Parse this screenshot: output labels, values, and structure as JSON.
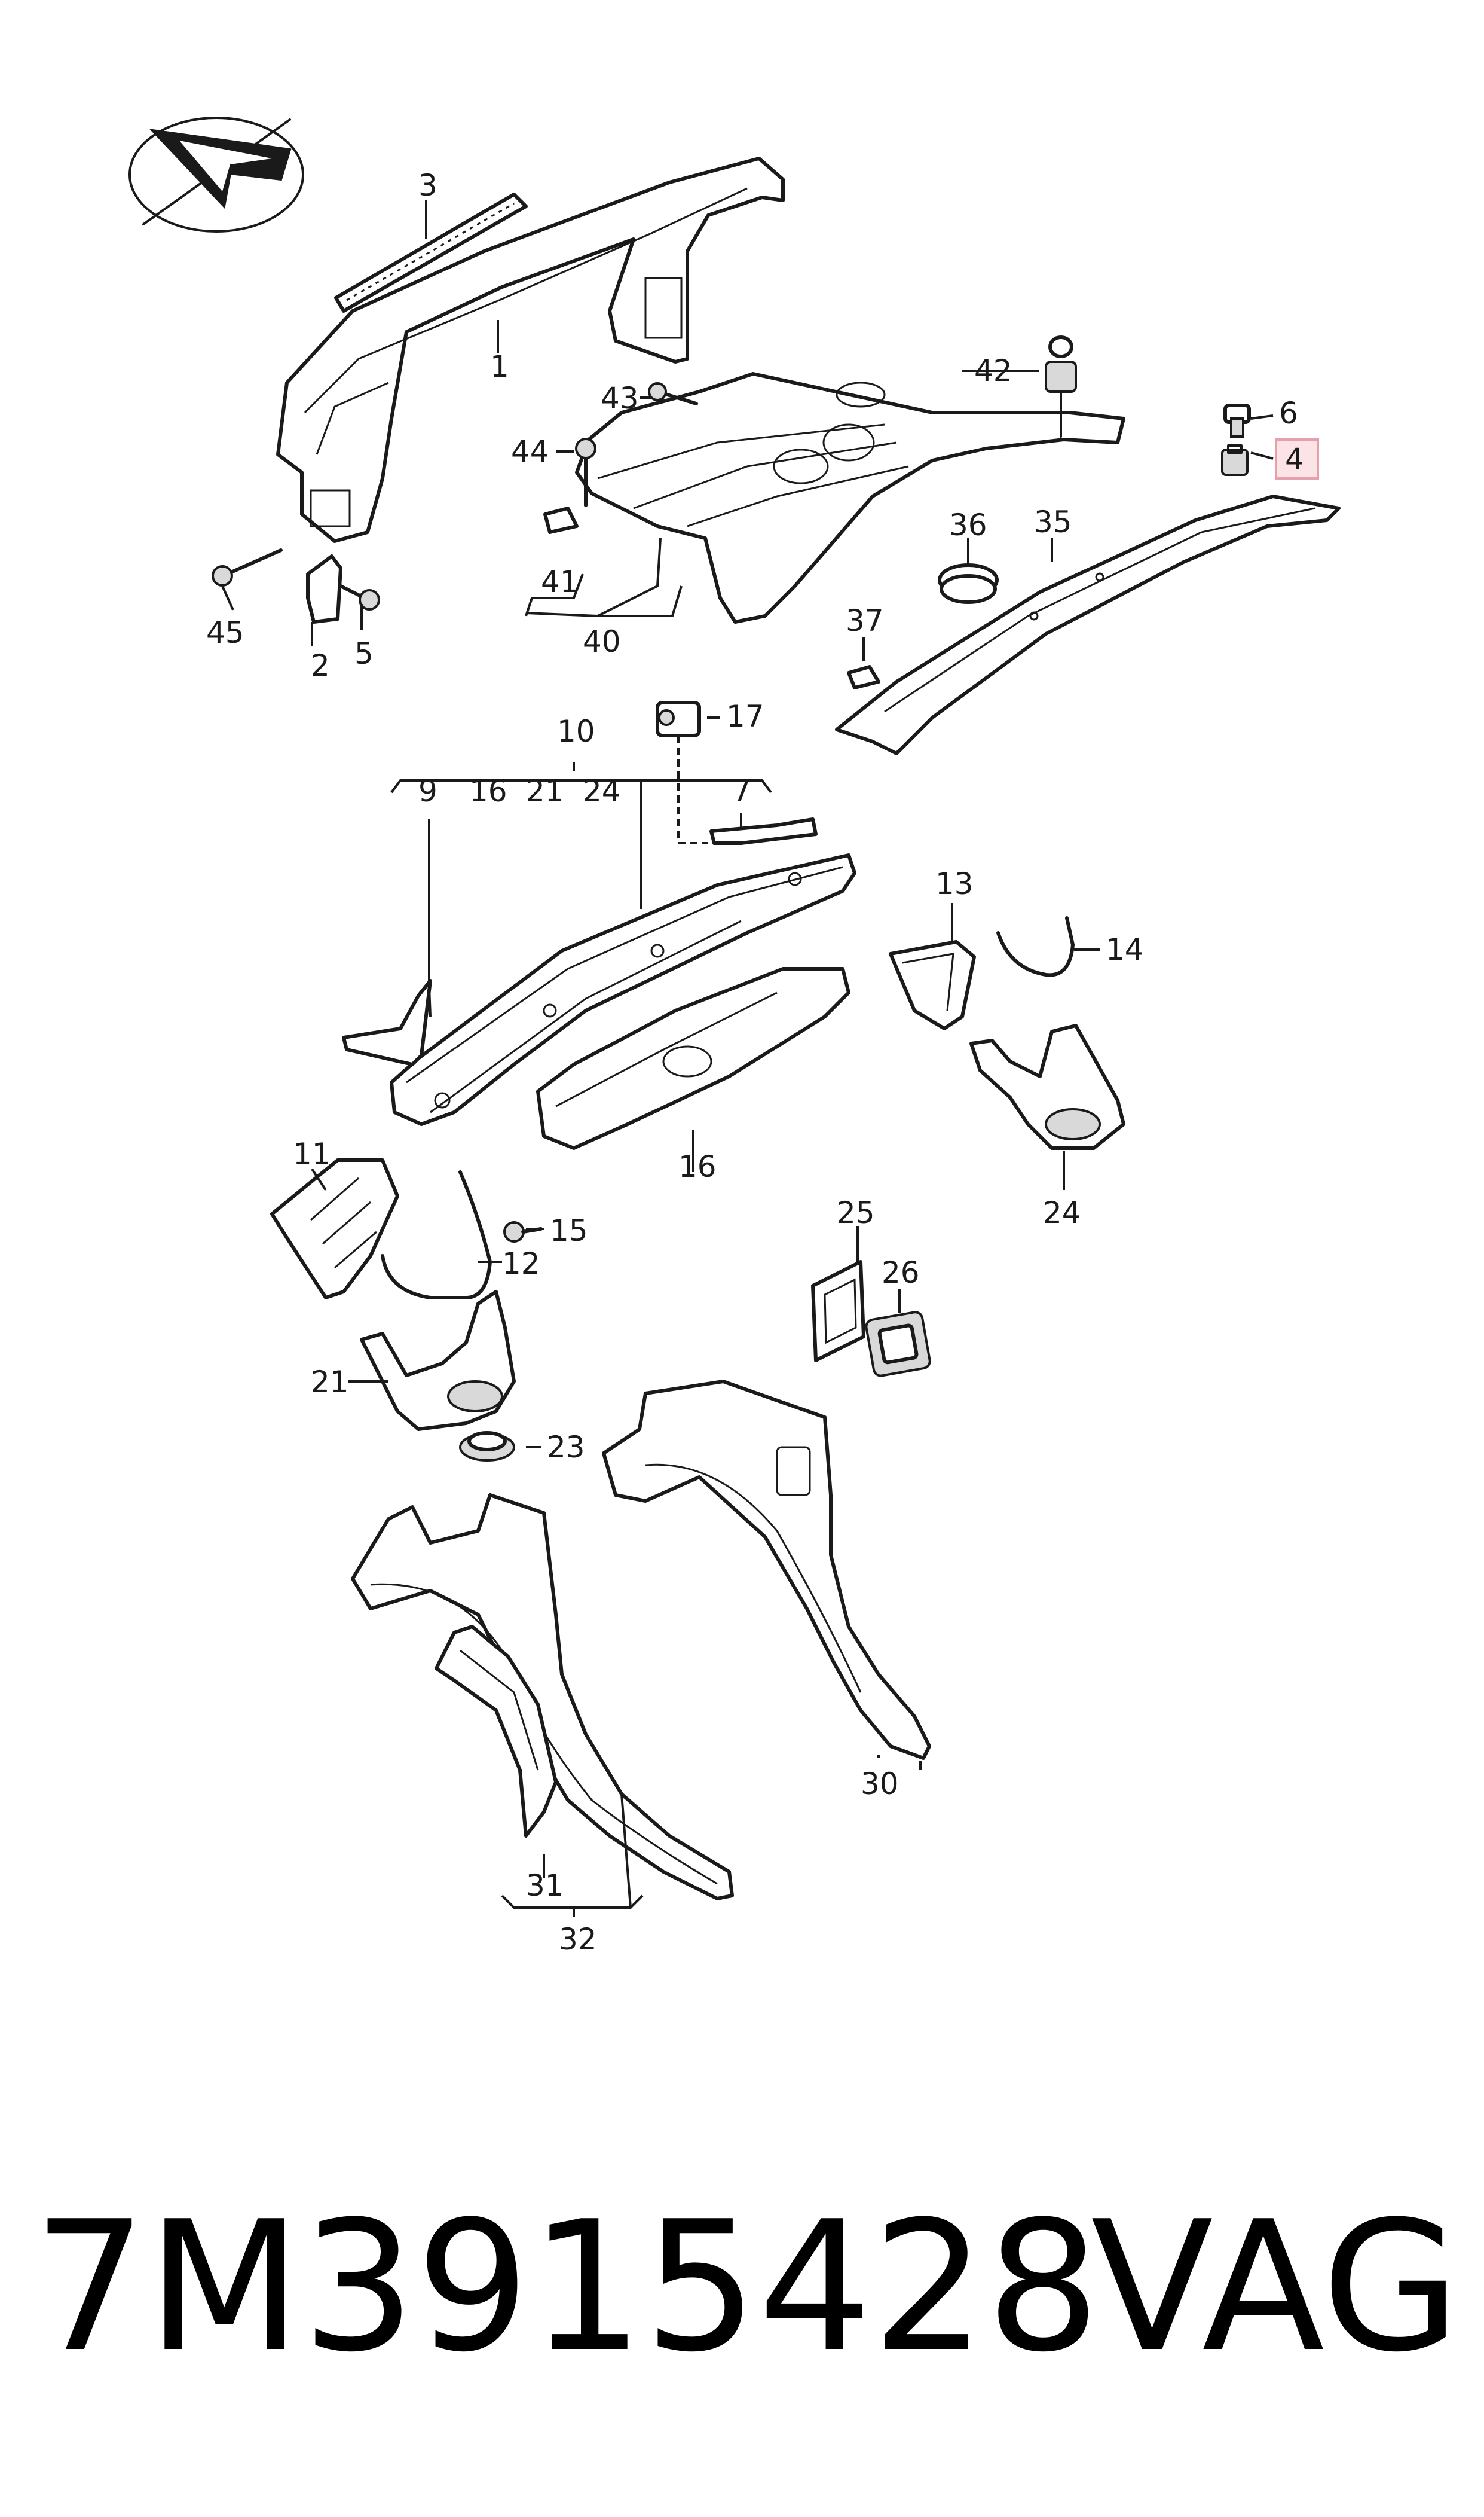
{
  "diagram": {
    "callouts": [
      {
        "key": "c1",
        "label": "1"
      },
      {
        "key": "c2",
        "label": "2"
      },
      {
        "key": "c3",
        "label": "3"
      },
      {
        "key": "c4",
        "label": "4",
        "highlighted": true
      },
      {
        "key": "c5",
        "label": "5"
      },
      {
        "key": "c6",
        "label": "6"
      },
      {
        "key": "c7",
        "label": "7"
      },
      {
        "key": "c9",
        "label": "9"
      },
      {
        "key": "c10",
        "label": "10"
      },
      {
        "key": "c11",
        "label": "11"
      },
      {
        "key": "c12",
        "label": "12"
      },
      {
        "key": "c13",
        "label": "13"
      },
      {
        "key": "c14",
        "label": "14"
      },
      {
        "key": "c15",
        "label": "15"
      },
      {
        "key": "c16a",
        "label": "16"
      },
      {
        "key": "c16b",
        "label": "16"
      },
      {
        "key": "c17",
        "label": "17"
      },
      {
        "key": "c21a",
        "label": "21"
      },
      {
        "key": "c21b",
        "label": "21"
      },
      {
        "key": "c23",
        "label": "23"
      },
      {
        "key": "c24a",
        "label": "24"
      },
      {
        "key": "c24b",
        "label": "24"
      },
      {
        "key": "c25",
        "label": "25"
      },
      {
        "key": "c26",
        "label": "26"
      },
      {
        "key": "c30",
        "label": "30"
      },
      {
        "key": "c31",
        "label": "31"
      },
      {
        "key": "c32",
        "label": "32"
      },
      {
        "key": "c35",
        "label": "35"
      },
      {
        "key": "c36",
        "label": "36"
      },
      {
        "key": "c37",
        "label": "37"
      },
      {
        "key": "c40",
        "label": "40"
      },
      {
        "key": "c41",
        "label": "41"
      },
      {
        "key": "c42",
        "label": "42"
      },
      {
        "key": "c43",
        "label": "43"
      },
      {
        "key": "c44",
        "label": "44"
      },
      {
        "key": "c45",
        "label": "45"
      }
    ],
    "highlight_color": "#fbe3e6",
    "line_color": "#1a1a1a"
  },
  "footer": {
    "part_number": "7M3915428",
    "brand": "VAG"
  }
}
